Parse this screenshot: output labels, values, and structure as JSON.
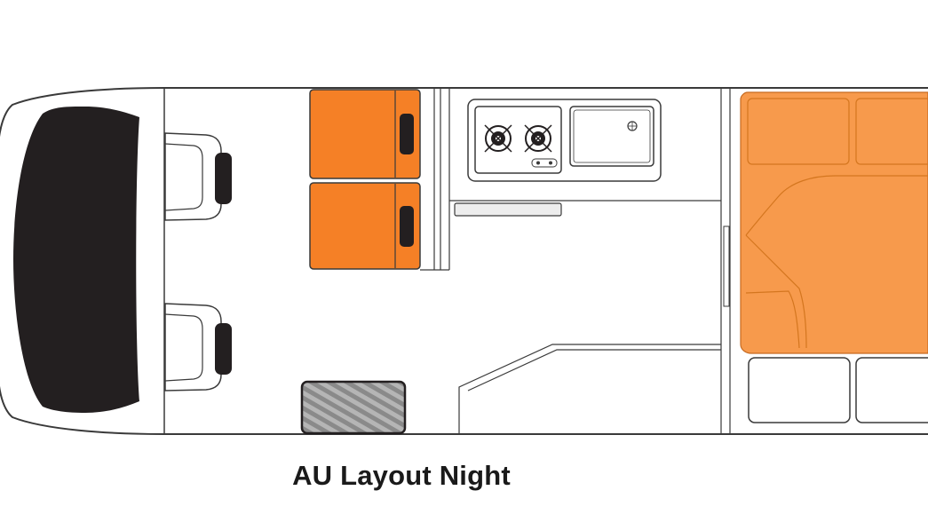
{
  "caption": "AU Layout Night",
  "colors": {
    "cushion": "#f58026",
    "bed": "#f79a4c",
    "dark": "#231f20",
    "outline": "#3a3a3a",
    "floor": "#ffffff",
    "step": "#9e9e9e"
  },
  "elements": [
    {
      "name": "windscreen",
      "kind": "dashboard"
    },
    {
      "name": "driver-seat",
      "kind": "cab seat"
    },
    {
      "name": "passenger-seat",
      "kind": "cab seat"
    },
    {
      "name": "cushion-seat-upper",
      "kind": "seat cushion"
    },
    {
      "name": "cushion-seat-lower",
      "kind": "seat cushion"
    },
    {
      "name": "stove-burner-left",
      "kind": "gas burner"
    },
    {
      "name": "stove-burner-right",
      "kind": "gas burner"
    },
    {
      "name": "sink",
      "kind": "sink"
    },
    {
      "name": "entry-step",
      "kind": "step"
    },
    {
      "name": "rear-bed",
      "kind": "bed"
    },
    {
      "name": "storage-box-left",
      "kind": "storage"
    },
    {
      "name": "storage-box-right",
      "kind": "storage"
    }
  ]
}
